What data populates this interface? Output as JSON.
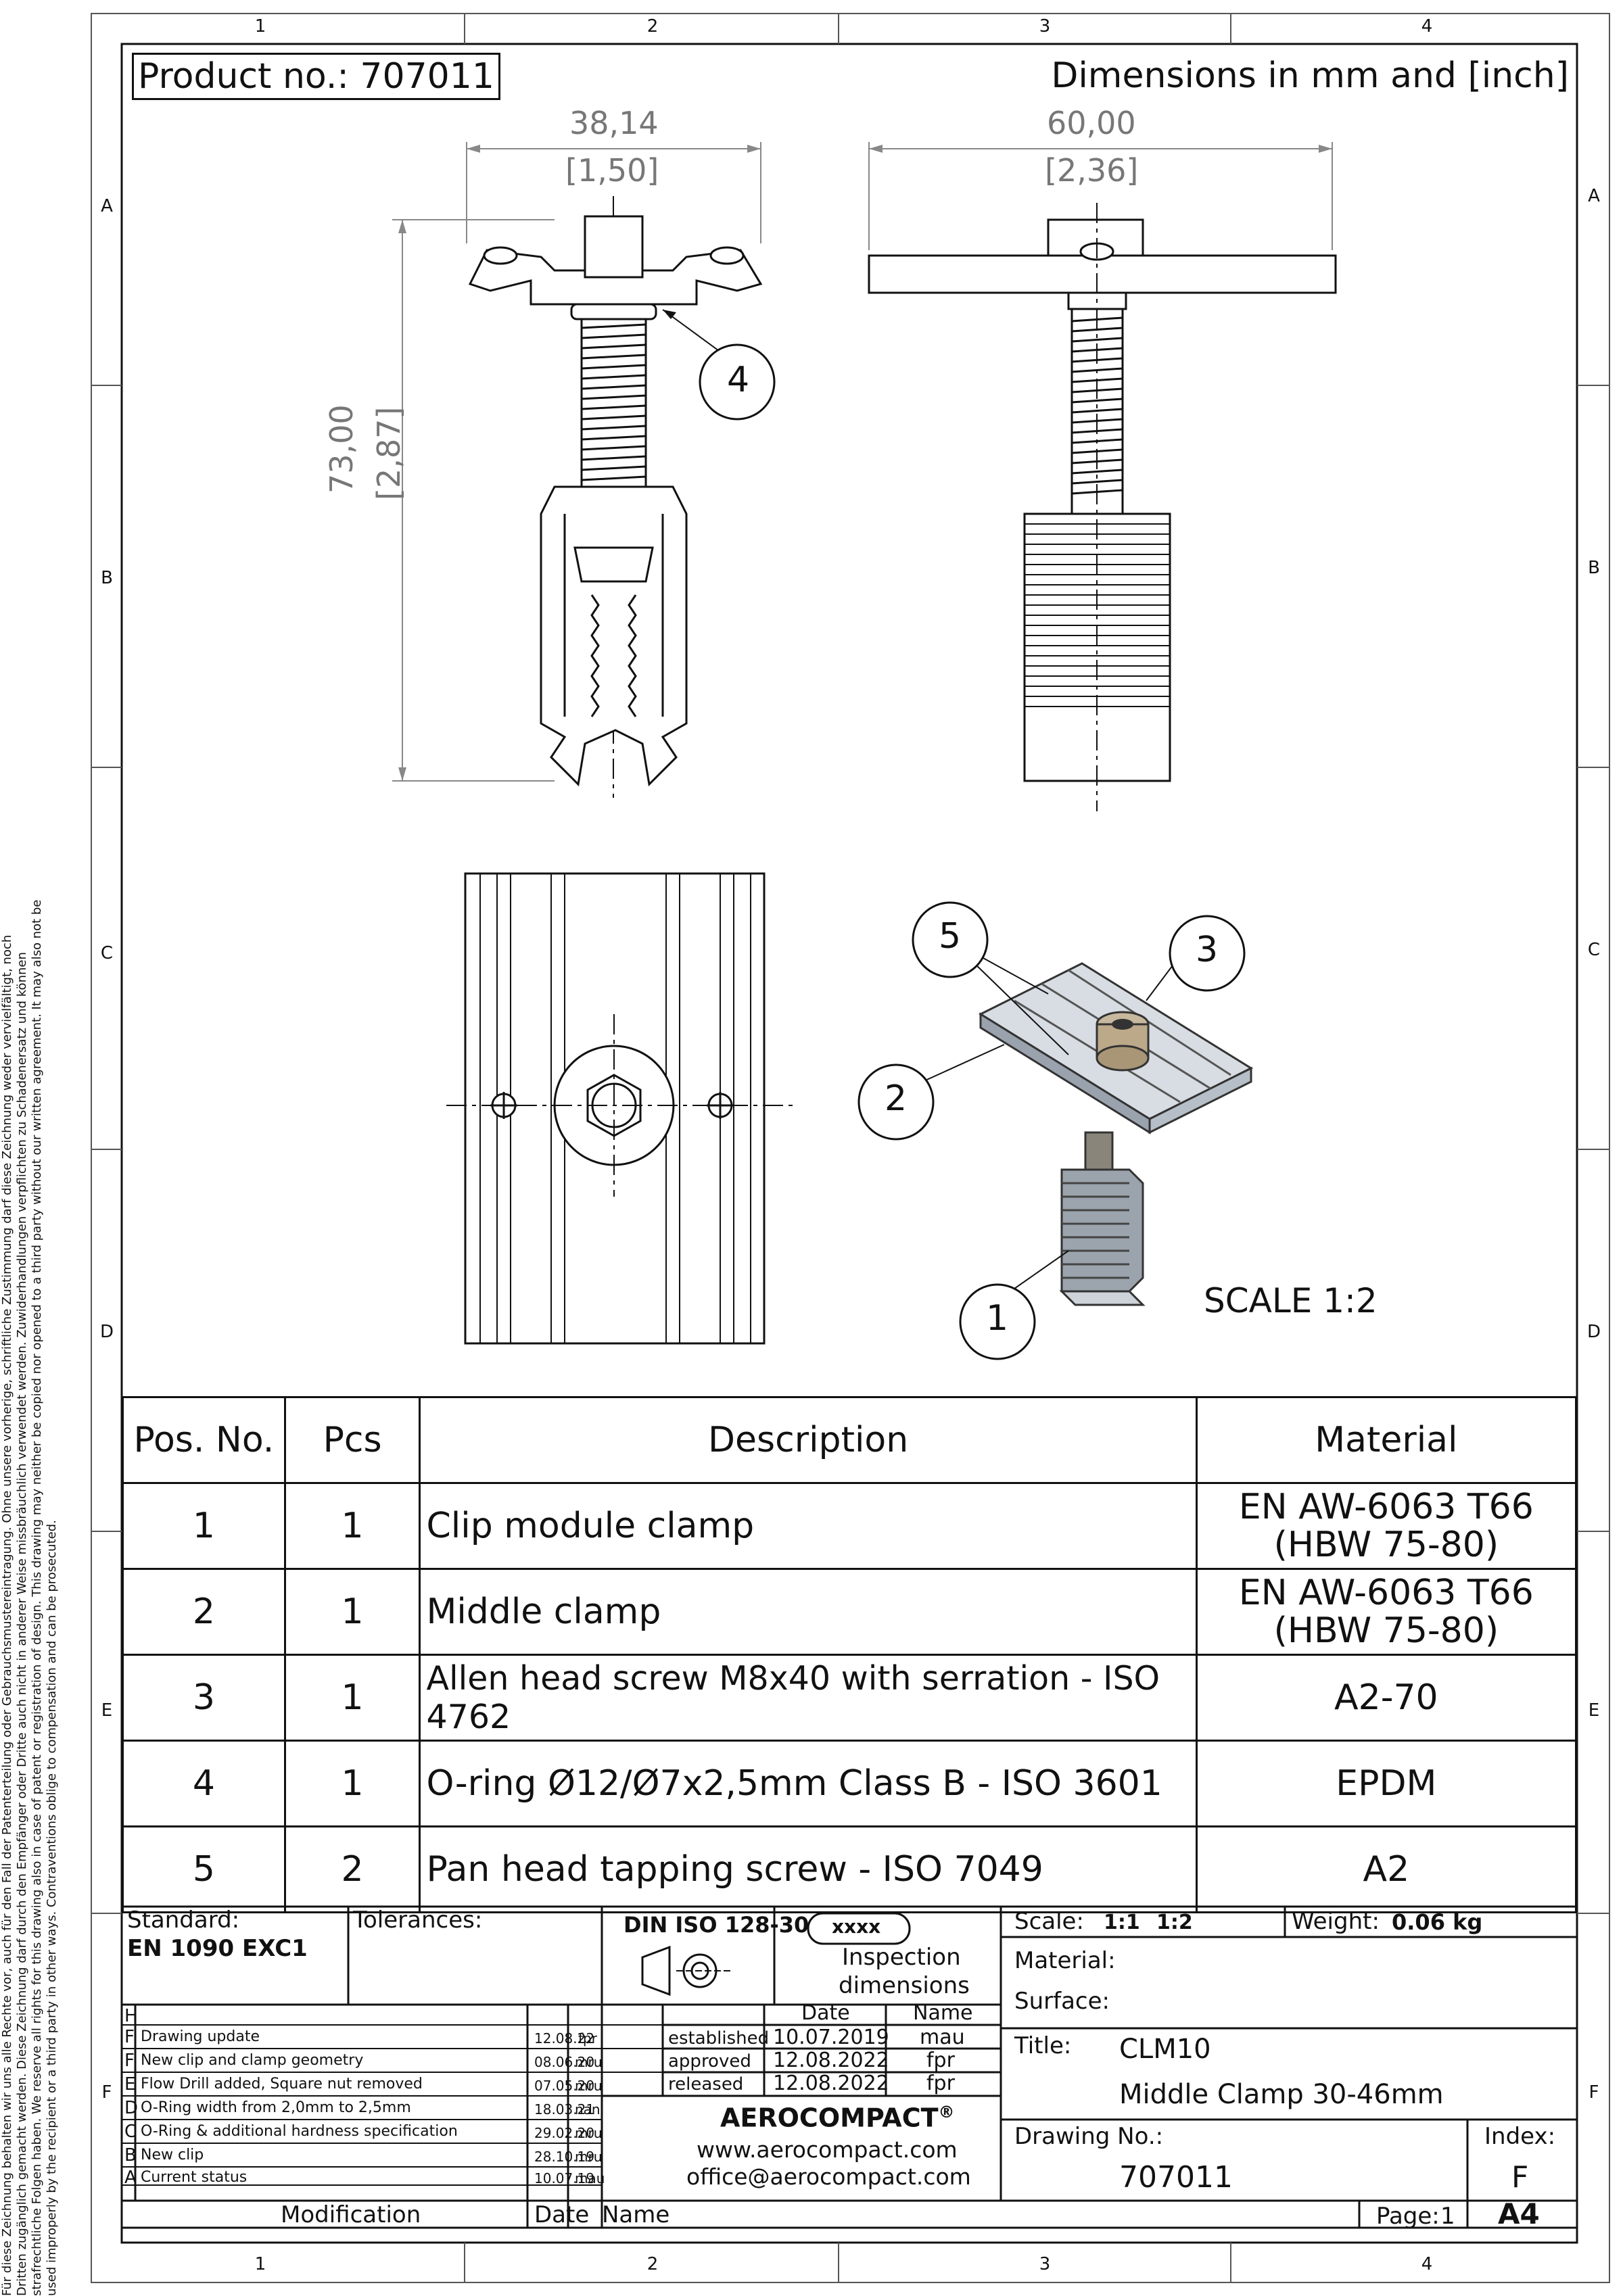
{
  "zones": {
    "columns": [
      "1",
      "2",
      "3",
      "4"
    ],
    "rows": [
      "A",
      "B",
      "C",
      "D",
      "E",
      "F"
    ]
  },
  "header": {
    "product_no": "Product no.: 707011",
    "units": "Dimensions in mm and [inch]"
  },
  "dimensions": {
    "front_width_mm": "38,14",
    "front_width_in": "[1,50]",
    "side_width_mm": "60,00",
    "side_width_in": "[2,36]",
    "height_mm": "73,00",
    "height_in": "[2,87]"
  },
  "balloons": [
    "1",
    "2",
    "3",
    "4",
    "5"
  ],
  "scale_label": "SCALE 1:2",
  "bom": {
    "headers": [
      "Pos. No.",
      "Pcs",
      "Description",
      "Material"
    ],
    "rows": [
      {
        "pos": "1",
        "pcs": "1",
        "desc": "Clip module clamp",
        "mat1": "EN AW-6063 T66",
        "mat2": "(HBW 75-80)"
      },
      {
        "pos": "2",
        "pcs": "1",
        "desc": "Middle clamp",
        "mat1": "EN AW-6063 T66",
        "mat2": "(HBW 75-80)"
      },
      {
        "pos": "3",
        "pcs": "1",
        "desc": "Allen head screw M8x40 with serration - ISO 4762",
        "mat1": "A2-70",
        "mat2": ""
      },
      {
        "pos": "4",
        "pcs": "1",
        "desc": "O-ring Ø12/Ø7x2,5mm Class B - ISO 3601",
        "mat1": "EPDM",
        "mat2": ""
      },
      {
        "pos": "5",
        "pcs": "2",
        "desc": "Pan head tapping screw - ISO 7049",
        "mat1": "A2",
        "mat2": ""
      }
    ]
  },
  "title_block": {
    "standard_label": "Standard:",
    "standard_value": "EN 1090 EXC1",
    "tolerances_label": "Tolerances:",
    "din": "DIN ISO 128-30",
    "inspection_box": "xxxx",
    "inspection_text1": "Inspection",
    "inspection_text2": "dimensions",
    "scale_label": "Scale:",
    "scale_1": "1:1",
    "scale_2": "1:2",
    "weight_label": "Weight:",
    "weight_value": "0.06 kg",
    "material_label": "Material:",
    "surface_label": "Surface:",
    "title_label": "Title:",
    "title_1": "CLM10",
    "title_2": "Middle Clamp 30-46mm",
    "date_header": "Date",
    "name_header": "Name",
    "established_label": "established",
    "established_date": "10.07.2019",
    "established_name": "mau",
    "approved_label": "approved",
    "approved_date": "12.08.2022",
    "approved_name": "fpr",
    "released_label": "released",
    "released_date": "12.08.2022",
    "released_name": "fpr",
    "company": "AEROCOMPACT",
    "registered": "®",
    "web": "www.aerocompact.com",
    "email": "office@aerocompact.com",
    "drawing_no_label": "Drawing No.:",
    "drawing_no": "707011",
    "index_label": "Index:",
    "index_value": "F",
    "page_label": "Page:",
    "page_value": "1",
    "sheet_size": "A4",
    "modification_label": "Modification",
    "mod_date_label": "Date",
    "mod_name_label": "Name"
  },
  "revisions": [
    {
      "letter": "H",
      "text": "",
      "date": "",
      "name": ""
    },
    {
      "letter": "F",
      "text": "Drawing update",
      "date": "12.08.22",
      "name": "fpr"
    },
    {
      "letter": "F",
      "text": "New clip and clamp geometry",
      "date": "08.06.20",
      "name": "mru"
    },
    {
      "letter": "E",
      "text": "Flow Drill added, Square nut removed",
      "date": "07.05.20",
      "name": "mru"
    },
    {
      "letter": "D",
      "text": "O-Ring width from 2,0mm to 2,5mm",
      "date": "18.03.21",
      "name": "nan"
    },
    {
      "letter": "C",
      "text": "O-Ring & additional hardness specification",
      "date": "29.02.20",
      "name": "mru"
    },
    {
      "letter": "B",
      "text": "New clip",
      "date": "28.10.19",
      "name": "mru"
    },
    {
      "letter": "A",
      "text": "Current status",
      "date": "10.07.19",
      "name": "mau"
    }
  ],
  "side_note": [
    "Für diese Zeichnung behalten wir uns alle Rechte vor, auch für den Fall der Patenterteilung oder Gebrauchsmustereintragung. Ohne unsere vorherige, schriftliche Zustimmung darf diese Zeichnung weder vervielfältigt, noch",
    "Dritten zugänglich gemacht werden. Diese Zeichnung darf durch den Empfänger oder Dritte auch nicht in anderer Weise missbräuchlich verwendet werden. Zuwiderhandlungen verpflichten zu Schadenersatz und können",
    "strafrechtliche Folgen haben. We reserve all rights for this drawing also in case of patent or registration of design. This drawing may neither be copied nor opened to a third party without our written agreement. It may also not be",
    "used improperly by the recipient or a third party in other ways. Contraventions oblige to compensation and can be prosecuted."
  ]
}
